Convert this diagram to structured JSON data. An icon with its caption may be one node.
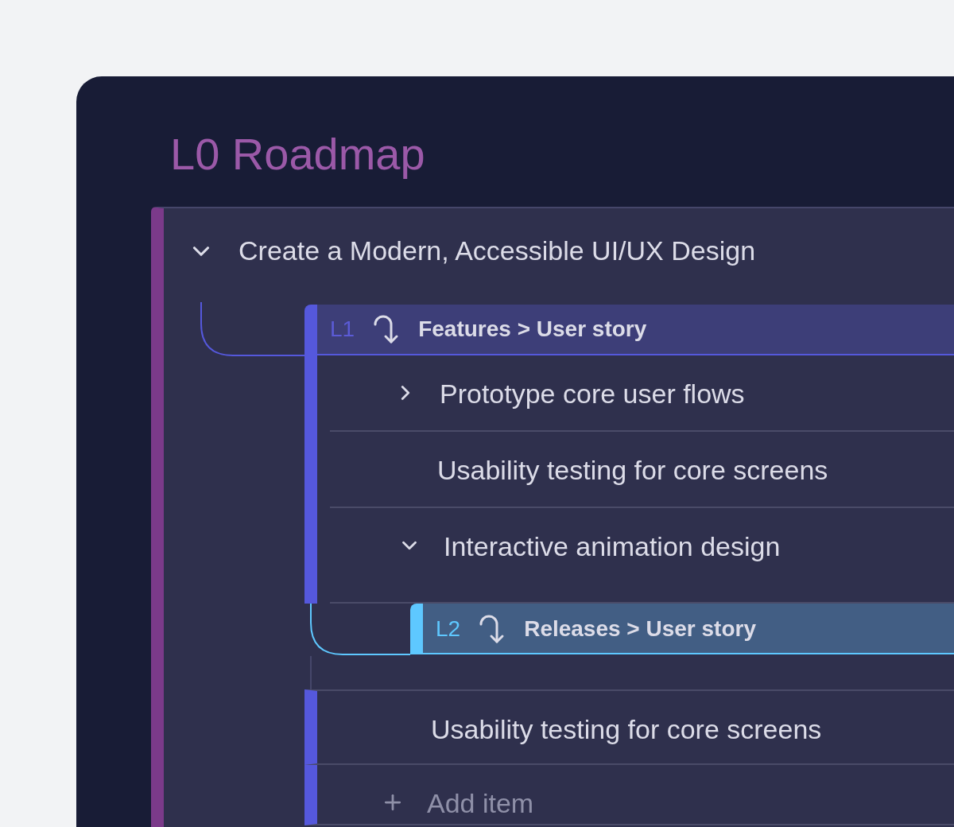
{
  "diagram": {
    "title": "L0 Roadmap",
    "nodes": [
      {
        "text": [
          "Create a Modern, Accessible UI/UX Design"
        ]
      },
      {
        "text": [
          "L1",
          "Features > User story"
        ],
        "in": 0
      },
      {
        "text": [
          "Prototype core user flows"
        ],
        "in": 1
      },
      {
        "text": [
          "Usability testing for core screens"
        ],
        "in": 1
      },
      {
        "text": [
          "Interactive animation design"
        ],
        "in": 1
      },
      {
        "text": [
          "L2",
          "Releases > User story"
        ],
        "in": 0
      },
      {
        "text": [
          "Usability testing for core screens"
        ],
        "in": 0
      },
      {
        "text": [
          "Add item"
        ],
        "in": 0
      }
    ],
    "edges": [
      {
        "from": 0,
        "to": 1,
        "arrow": "none"
      },
      {
        "from": 1,
        "to": 5,
        "arrow": "none",
        "color": "#5ec8ff"
      }
    ]
  }
}
